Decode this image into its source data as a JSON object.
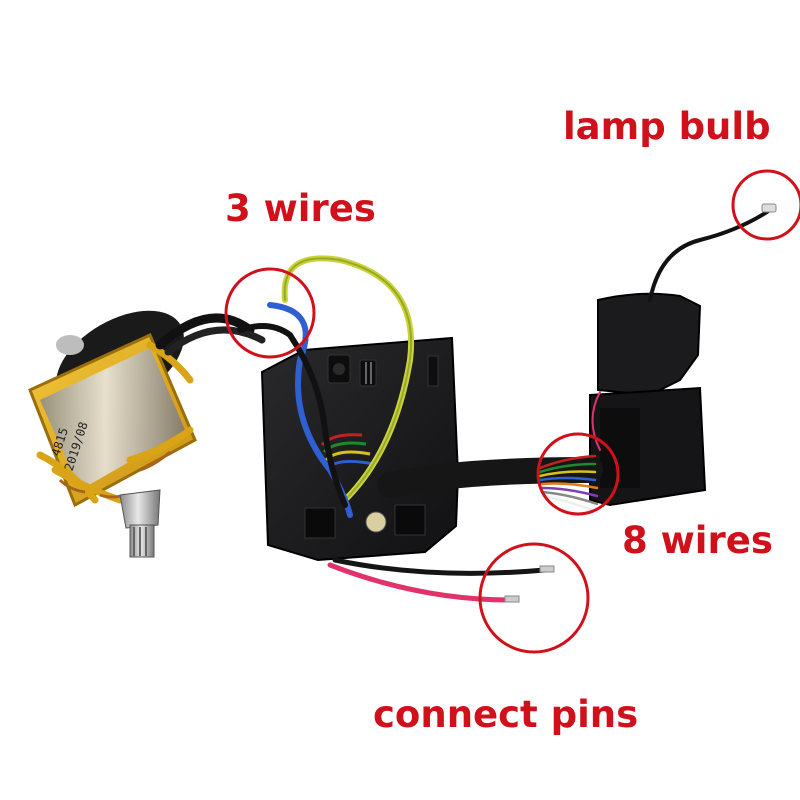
{
  "photo": {
    "subject": "brushless-motor-controller-kit"
  },
  "annotations": {
    "lamp_bulb": "lamp bulb",
    "three_wires": "3 wires",
    "eight_wires": "8 wires",
    "connect_pins": "connect pins",
    "color": "#d0101a"
  },
  "motor": {
    "label_code": "4815",
    "label_date": "2019/08"
  },
  "colors": {
    "stator_yellow": "#e3b21c",
    "board_black": "#1c1c1e",
    "wire_yellow": "#c9d43a",
    "wire_blue": "#2f5fd0",
    "wire_red": "#e0336a"
  }
}
